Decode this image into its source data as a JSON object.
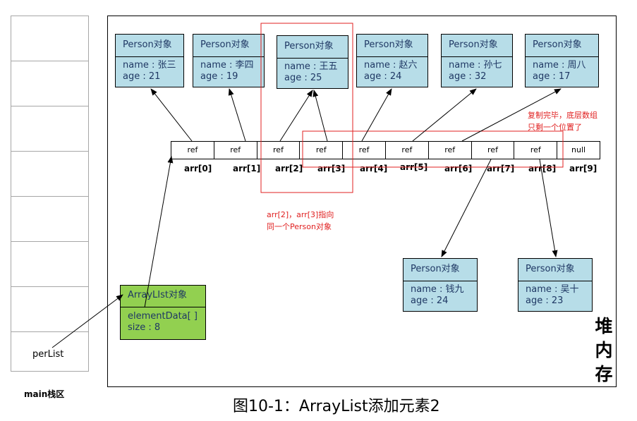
{
  "stack": {
    "cells": 8,
    "var_label": "perList",
    "title": "main栈区"
  },
  "heap": {
    "title": "堆\n内\n存"
  },
  "persons_top": [
    {
      "title": "Person对象",
      "name": "name : 张三",
      "age": "age   : 21"
    },
    {
      "title": "Person对象",
      "name": "name : 李四",
      "age": "age   : 19"
    },
    {
      "title": "Person对象",
      "name": "name : 王五",
      "age": "age   : 25"
    },
    {
      "title": "Person对象",
      "name": "name : 赵六",
      "age": "age   : 24"
    },
    {
      "title": "Person对象",
      "name": "name : 孙七",
      "age": "age   : 32"
    },
    {
      "title": "Person对象",
      "name": "name : 周八",
      "age": "age   : 17"
    }
  ],
  "persons_bottom": [
    {
      "title": "Person对象",
      "name": "name : 钱九",
      "age": "age   : 24"
    },
    {
      "title": "Person对象",
      "name": "name : 吴十",
      "age": "age   : 23"
    }
  ],
  "arraylist": {
    "title": "ArrayLIst对象",
    "field1": "elementData[ ]",
    "field2": "size   : 8"
  },
  "array": {
    "cells": [
      "ref",
      "ref",
      "ref",
      "ref",
      "ref",
      "ref",
      "ref",
      "ref",
      "ref",
      "null"
    ],
    "indices": [
      "arr[0]",
      "arr[1]",
      "arr[2]",
      "arr[3]",
      "arr[4]",
      "arr[5]",
      "arr[6]",
      "arr[7]",
      "arr[8]",
      "arr[9]"
    ]
  },
  "notes": {
    "copy": [
      "复制完毕，底层数组",
      "只剩一个位置了"
    ],
    "same": [
      "arr[2]，arr[3]指向",
      "同一个Person对象"
    ]
  },
  "caption": "图10-1：ArrayList添加元素2",
  "colors": {
    "person_fill": "#b7dde8",
    "arraylist_fill": "#92d050",
    "highlight": "#e02020"
  }
}
